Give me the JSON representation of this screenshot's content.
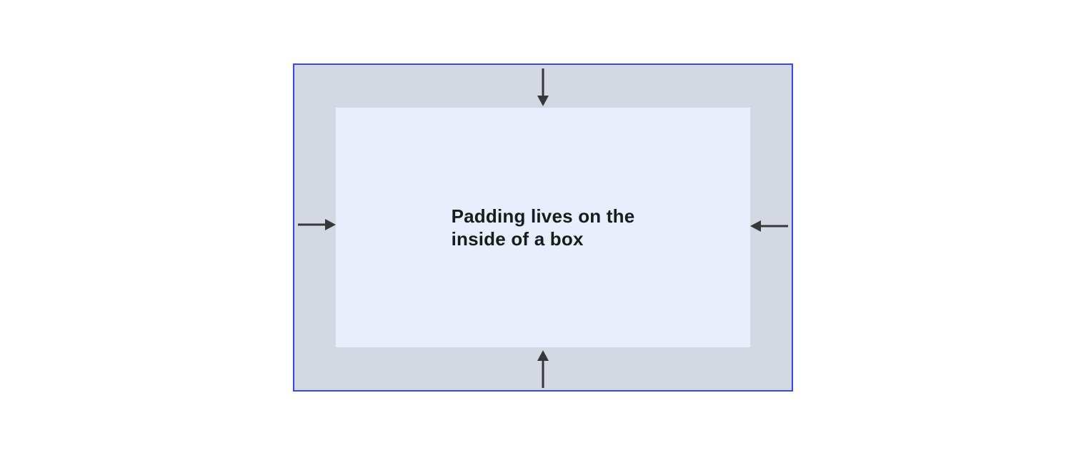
{
  "diagram": {
    "label_line1": "Padding lives on the",
    "label_line2": "inside of a box",
    "arrows": {
      "top": "arrow pointing down into box",
      "bottom": "arrow pointing up into box",
      "left": "arrow pointing right into box",
      "right": "arrow pointing left into box"
    },
    "colors": {
      "page_background": "#ffffff",
      "border": "#3b45f0",
      "padding_area": "#d3d8e2",
      "content_area": "#e8eefc",
      "arrow": "#36383c",
      "text": "#1a1b1d"
    }
  }
}
